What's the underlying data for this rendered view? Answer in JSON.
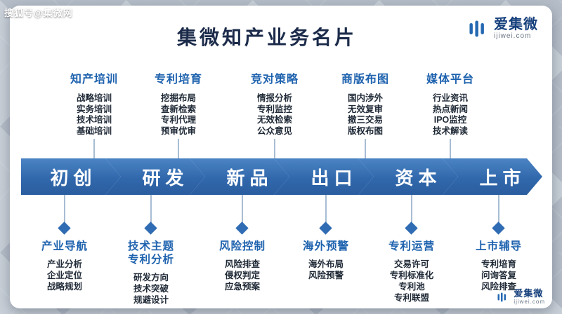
{
  "watermark": {
    "text": "搜狐号@集微网"
  },
  "logo": {
    "name": "爱集微",
    "domain": "ijiwei.com"
  },
  "title": "集微知产业务名片",
  "stages": [
    "初创",
    "研发",
    "新品",
    "出口",
    "资本",
    "上市"
  ],
  "top_groups": [
    {
      "heading": "知产培训",
      "items": [
        "战略培训",
        "实务培训",
        "技术培训",
        "基础培训"
      ]
    },
    {
      "heading": "专利培育",
      "items": [
        "挖掘布局",
        "查新检索",
        "专利代理",
        "预审优审"
      ]
    },
    {
      "heading": "竞对策略",
      "items": [
        "情报分析",
        "专利监控",
        "无效检索",
        "公众意见"
      ]
    },
    {
      "heading": "商版布图",
      "items": [
        "国内涉外",
        "无效复审",
        "撤三交易",
        "版权布图"
      ]
    },
    {
      "heading": "媒体平台",
      "items": [
        "行业资讯",
        "热点新闻",
        "IPO监控",
        "技术解读"
      ]
    }
  ],
  "bottom_groups": [
    {
      "heading": "产业导航",
      "items": [
        "产业分析",
        "企业定位",
        "战略规划"
      ]
    },
    {
      "heading": "技术主题\n专利分析",
      "items": [
        "研发方向",
        "技术突破",
        "规避设计"
      ]
    },
    {
      "heading": "风险控制",
      "items": [
        "风险排查",
        "侵权判定",
        "应急预案"
      ]
    },
    {
      "heading": "海外预警",
      "items": [
        "海外布局",
        "风险预警"
      ]
    },
    {
      "heading": "专利运营",
      "items": [
        "交易许可",
        "专利标准化",
        "专利池",
        "专利联盟"
      ]
    },
    {
      "heading": "上市辅导",
      "items": [
        "专利培育",
        "问询答复",
        "风险排查"
      ]
    }
  ],
  "colors": {
    "accent_blue": "#2f6cb3",
    "heading_blue": "#1e62ae",
    "title_navy": "#1c2b4a"
  }
}
